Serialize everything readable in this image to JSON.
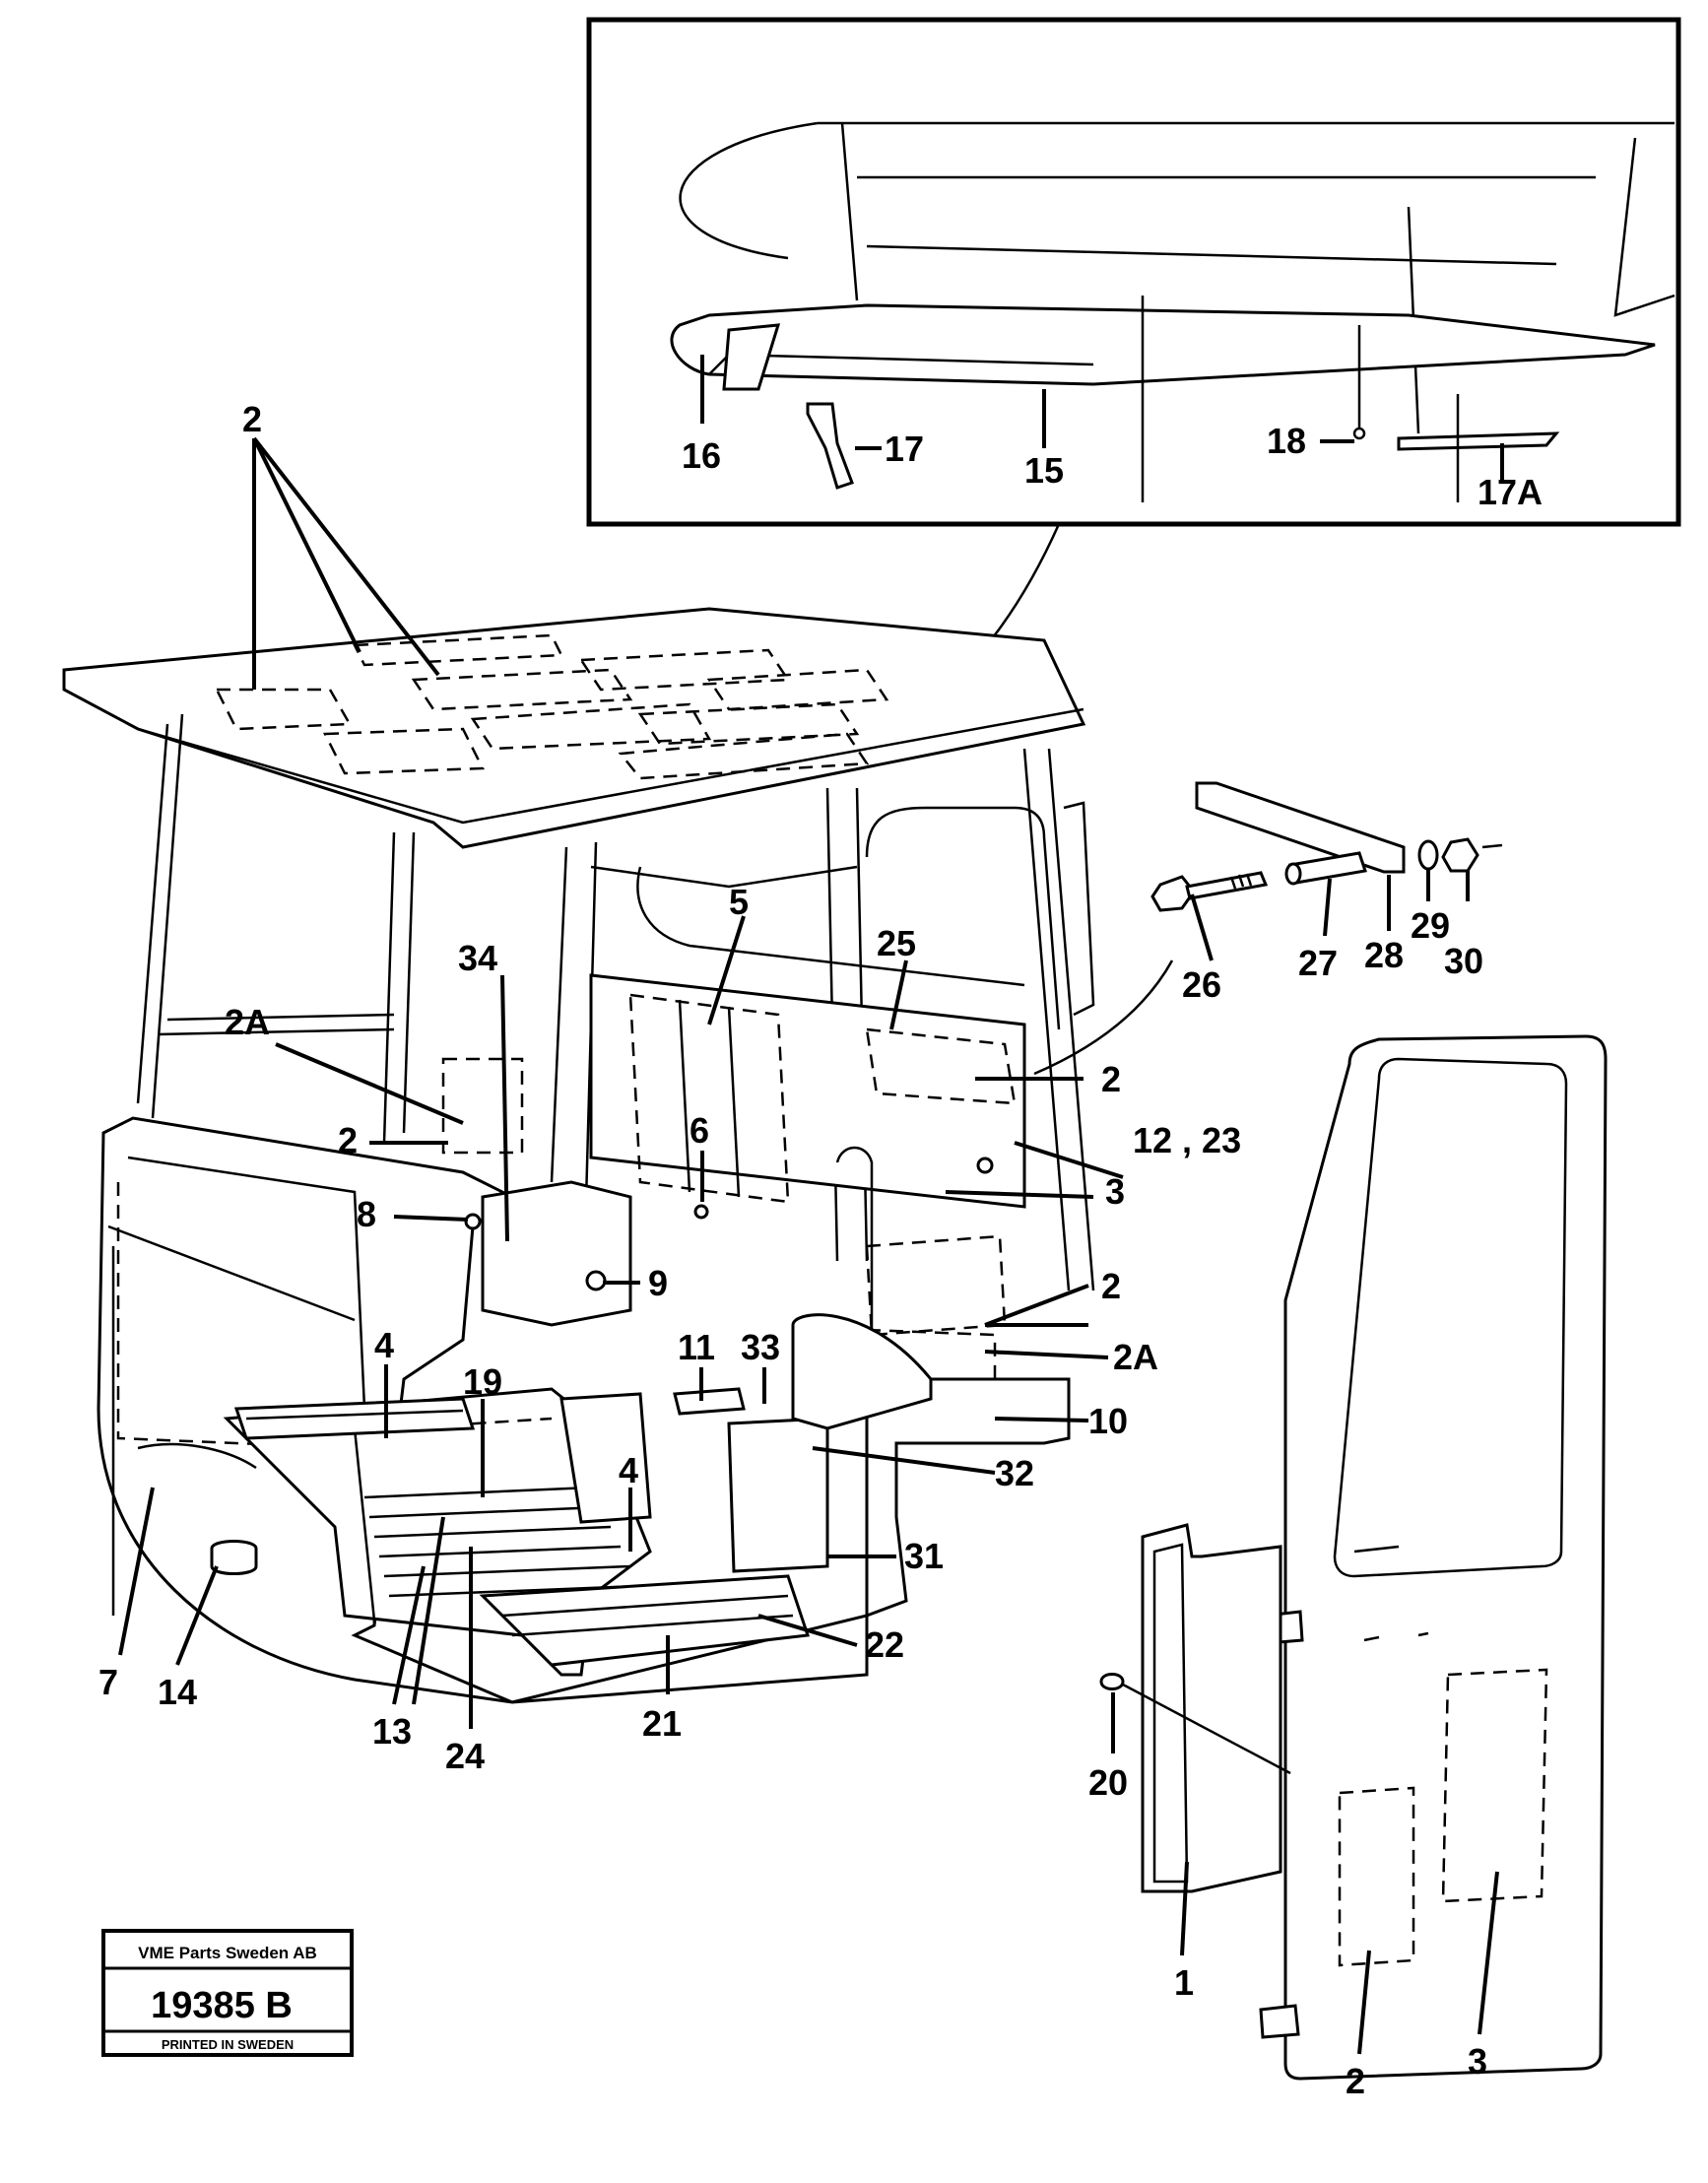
{
  "labels": {
    "l1": "1",
    "l2": "2",
    "l2a": "2A",
    "l3": "3",
    "l4": "4",
    "l5": "5",
    "l6": "6",
    "l7": "7",
    "l8": "8",
    "l9": "9",
    "l10": "10",
    "l11": "11",
    "l12_23": "12 , 23",
    "l13": "13",
    "l14": "14",
    "l15": "15",
    "l16": "16",
    "l17": "17",
    "l17a": "17A",
    "l18": "18",
    "l19": "19",
    "l20": "20",
    "l21": "21",
    "l22": "22",
    "l24": "24",
    "l25": "25",
    "l26": "26",
    "l27": "27",
    "l28": "28",
    "l29": "29",
    "l30": "30",
    "l31": "31",
    "l32": "32",
    "l33": "33",
    "l34": "34"
  },
  "stamp": {
    "company": "VME Parts Sweden AB",
    "number": "19385 B",
    "printed": "PRINTED IN SWEDEN"
  }
}
